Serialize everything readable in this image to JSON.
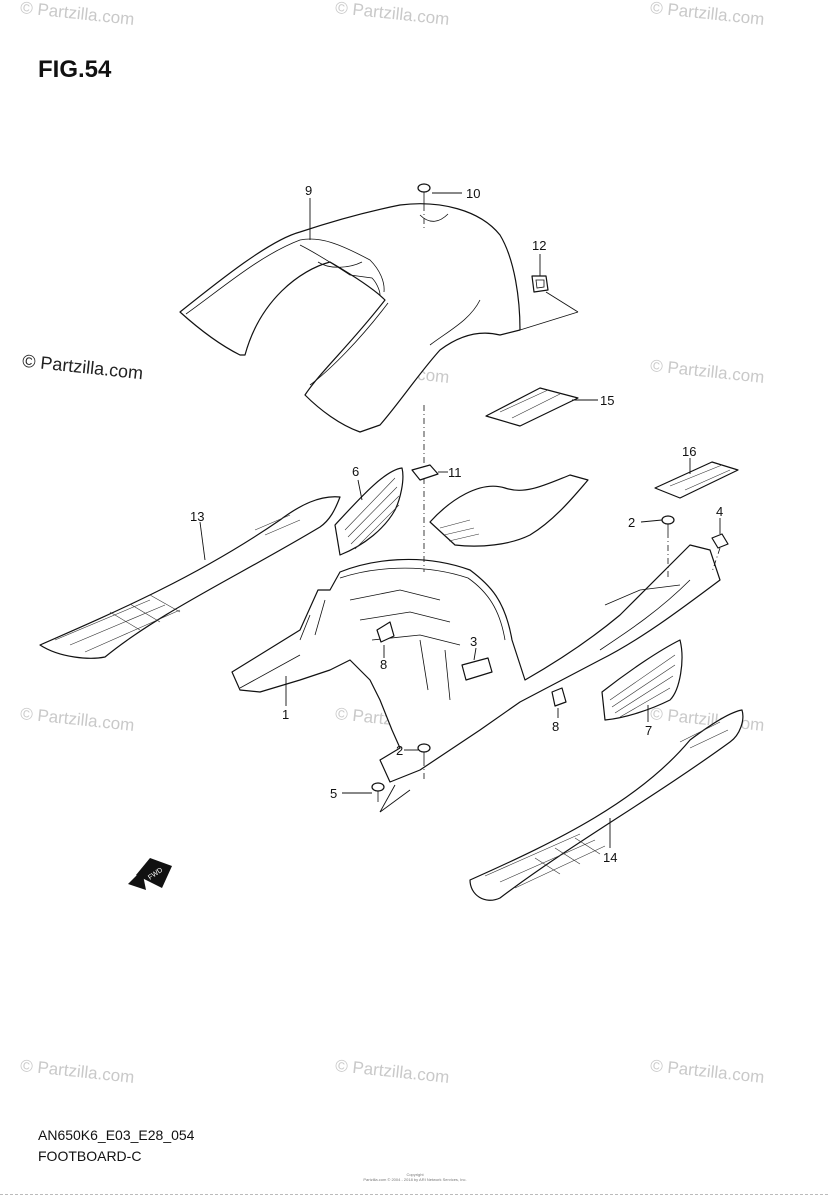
{
  "figure": {
    "title": "FIG.54"
  },
  "watermark": {
    "text": "© Partzilla.com"
  },
  "footer": {
    "code": "AN650K6_E03_E28_054",
    "name": "FOOTBOARD-C"
  },
  "copyright": {
    "line1": "Copyright",
    "line2": "Partzilla.com © 2004 - 2018 by ARI Network Services, Inc."
  },
  "arrow": {
    "label": "FWD"
  },
  "callouts": {
    "c1": "1",
    "c2a": "2",
    "c2b": "2",
    "c3": "3",
    "c4": "4",
    "c5": "5",
    "c6": "6",
    "c7": "7",
    "c8a": "8",
    "c8b": "8",
    "c9": "9",
    "c10": "10",
    "c11": "11",
    "c12": "12",
    "c13": "13",
    "c14": "14",
    "c15": "15",
    "c16": "16"
  }
}
